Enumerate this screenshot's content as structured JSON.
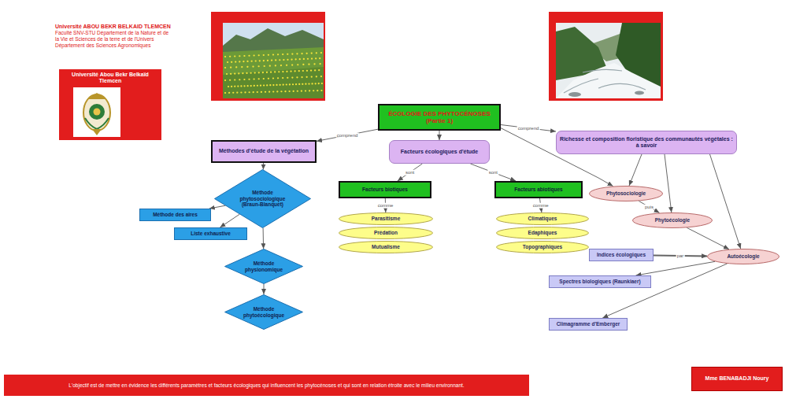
{
  "diagram": {
    "nodes": [
      {
        "text": [
          "Université Abou Bekr Belkaïd Tlemcen"
        ]
      },
      {
        "text": [
          "ÉCOLOGIE DES PHYTOCÉNOSES (Partie 1)"
        ]
      },
      {
        "text": [
          "Méthodes d'étude de la végétation"
        ]
      },
      {
        "text": [
          "Facteurs écologiques d'étude"
        ]
      },
      {
        "text": [
          "Richesse et composition floristique des communautés végétales : à savoir"
        ]
      },
      {
        "text": [
          "Méthode phytosociologique (Braun-Blanquet)"
        ]
      },
      {
        "text": [
          "Facteurs biotiques"
        ]
      },
      {
        "text": [
          "Facteurs abiotiques"
        ]
      },
      {
        "text": [
          "Phytosociologie"
        ]
      },
      {
        "text": [
          "Méthode des aires"
        ]
      },
      {
        "text": [
          "Liste exhaustive"
        ]
      },
      {
        "text": [
          "Parasitisme"
        ]
      },
      {
        "text": [
          "Prédation"
        ]
      },
      {
        "text": [
          "Mutualisme"
        ]
      },
      {
        "text": [
          "Climatiques"
        ]
      },
      {
        "text": [
          "Edaphiques"
        ]
      },
      {
        "text": [
          "Topographiques"
        ]
      },
      {
        "text": [
          "Phytoécologie"
        ]
      },
      {
        "text": [
          "Indices écologiques"
        ]
      },
      {
        "text": [
          "Autoécologie"
        ]
      },
      {
        "text": [
          "Méthode physionomique"
        ]
      },
      {
        "text": [
          "Spectres biologiques (Raunkiaer)"
        ]
      },
      {
        "text": [
          "Méthode phytoécologique"
        ]
      },
      {
        "text": [
          "Climagramme d'Emberger"
        ]
      },
      {
        "text": [
          "L'objectif est de mettre en évidence les différents paramètres et facteurs écologiques qui influencent les phytocénoses et qui sont en relation étroite avec le milieu environnant."
        ]
      },
      {
        "text": [
          "Mme BENABADJI Noury"
        ]
      }
    ],
    "edges": [
      {
        "from": 1,
        "to": 2,
        "arrow": "to",
        "label": "comprend"
      },
      {
        "from": 1,
        "to": 3,
        "arrow": "to"
      },
      {
        "from": 1,
        "to": 4,
        "arrow": "to",
        "label": "comprend"
      },
      {
        "from": 1,
        "to": 8,
        "arrow": "to"
      },
      {
        "from": 2,
        "to": 5,
        "arrow": "to"
      },
      {
        "from": 5,
        "to": 9,
        "arrow": "to"
      },
      {
        "from": 5,
        "to": 10,
        "arrow": "to"
      },
      {
        "from": 5,
        "to": 20,
        "arrow": "to"
      },
      {
        "from": 20,
        "to": 22,
        "arrow": "to"
      },
      {
        "from": 3,
        "to": 6,
        "arrow": "to",
        "label": "sont"
      },
      {
        "from": 3,
        "to": 7,
        "arrow": "to",
        "label": "sont"
      },
      {
        "from": 6,
        "to": 11,
        "arrow": "to",
        "label": "comme"
      },
      {
        "from": 7,
        "to": 14,
        "arrow": "to",
        "label": "comme"
      },
      {
        "from": 4,
        "to": 8,
        "arrow": "to"
      },
      {
        "from": 4,
        "to": 17,
        "arrow": "to"
      },
      {
        "from": 4,
        "to": 19,
        "arrow": "to"
      },
      {
        "from": 8,
        "to": 17,
        "arrow": "to",
        "label": "puis"
      },
      {
        "from": 17,
        "to": 19,
        "arrow": "to"
      },
      {
        "from": 18,
        "to": 19,
        "arrow": "to",
        "label": "par"
      },
      {
        "from": 19,
        "to": 21,
        "arrow": "to"
      },
      {
        "from": 19,
        "to": 23,
        "arrow": "to"
      }
    ],
    "labels": [
      "Université ABOU BEKR BELKAID TLEMCEN",
      "Faculté SNV-STU Département de la Nature et de la Vie et Sciences de la terre et de l'Univers Département des Sciences Agronomiques"
    ]
  }
}
